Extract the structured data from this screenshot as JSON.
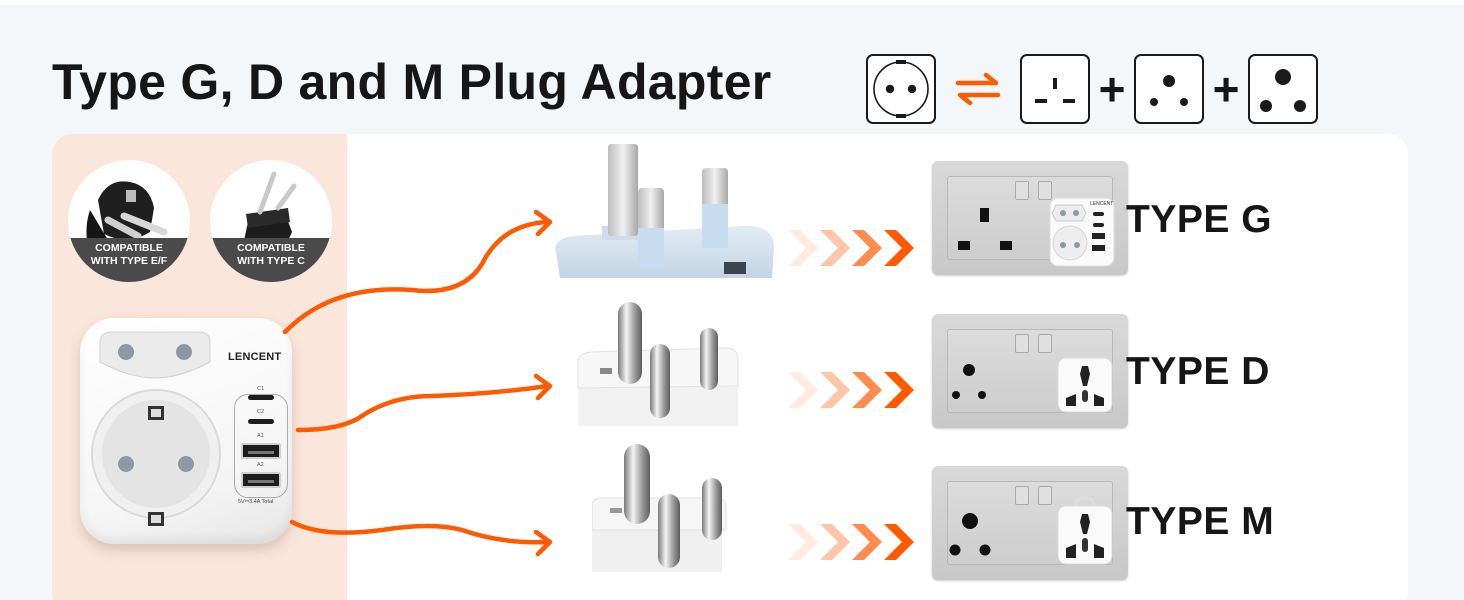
{
  "header": {
    "title": "Type G, D and M Plug Adapter",
    "socket_icons": [
      {
        "name": "type-ef-socket-icon"
      },
      {
        "name": "swap-arrows-icon"
      },
      {
        "name": "type-g-socket-icon"
      },
      {
        "name": "plus"
      },
      {
        "name": "type-d-socket-icon"
      },
      {
        "name": "plus"
      },
      {
        "name": "type-m-socket-icon"
      }
    ],
    "plus_symbol": "+"
  },
  "compatibility": [
    {
      "line1": "COMPATIBLE",
      "line2": "WITH TYPE E/F",
      "icon": "schuko-plug-icon"
    },
    {
      "line1": "COMPATIBLE",
      "line2": "WITH TYPE C",
      "icon": "europlug-icon"
    }
  ],
  "product": {
    "brand": "LENCENT",
    "ports": [
      {
        "label": "C1",
        "kind": "usb-c"
      },
      {
        "label": "C2",
        "kind": "usb-c"
      },
      {
        "label": "A1",
        "kind": "usb-a"
      },
      {
        "label": "A2",
        "kind": "usb-a"
      }
    ],
    "output_note": "5V⎓3.4A Total"
  },
  "rows": [
    {
      "type_label": "TYPE G",
      "plug_icon": "type-g-plug-icon",
      "socket_icon": "type-g-wall-socket-icon"
    },
    {
      "type_label": "TYPE D",
      "plug_icon": "type-d-plug-icon",
      "socket_icon": "type-d-wall-socket-icon"
    },
    {
      "type_label": "TYPE M",
      "plug_icon": "type-m-plug-icon",
      "socket_icon": "type-m-wall-socket-icon"
    }
  ],
  "colors": {
    "accent": "#ff5a00",
    "page_bg": "#f3f7fa",
    "panel_bg": "#ffffff",
    "left_column_bg": "#fbe6db",
    "text": "#161616"
  }
}
